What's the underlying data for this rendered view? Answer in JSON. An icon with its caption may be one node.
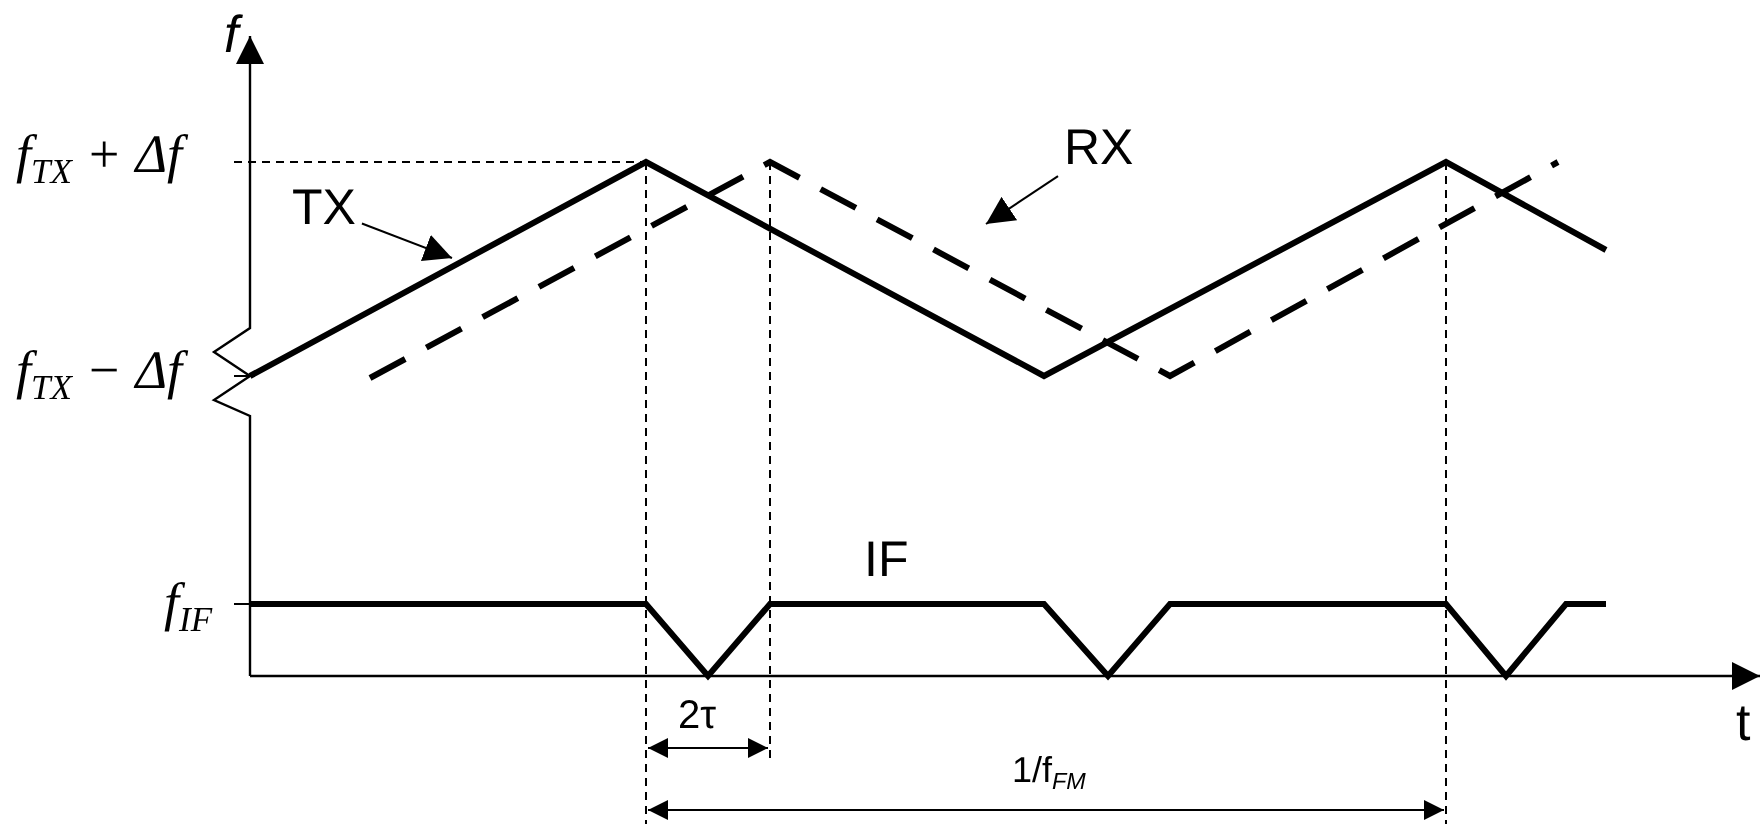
{
  "diagram": {
    "nodes": [
      {
        "text": [
          "TX"
        ]
      },
      {
        "text": [
          "RX"
        ]
      }
    ],
    "edges": [
      {
        "from": 0,
        "to": null,
        "arrow": "to"
      },
      {
        "from": 1,
        "to": null,
        "arrow": "to"
      }
    ],
    "labels": [
      "f",
      "f$_{TX}$ + Δf",
      "f$_{TX}$ − Δf",
      "IF",
      "f$_{IF}$",
      "2τ",
      "1/f$_{FM}$",
      "t"
    ]
  }
}
